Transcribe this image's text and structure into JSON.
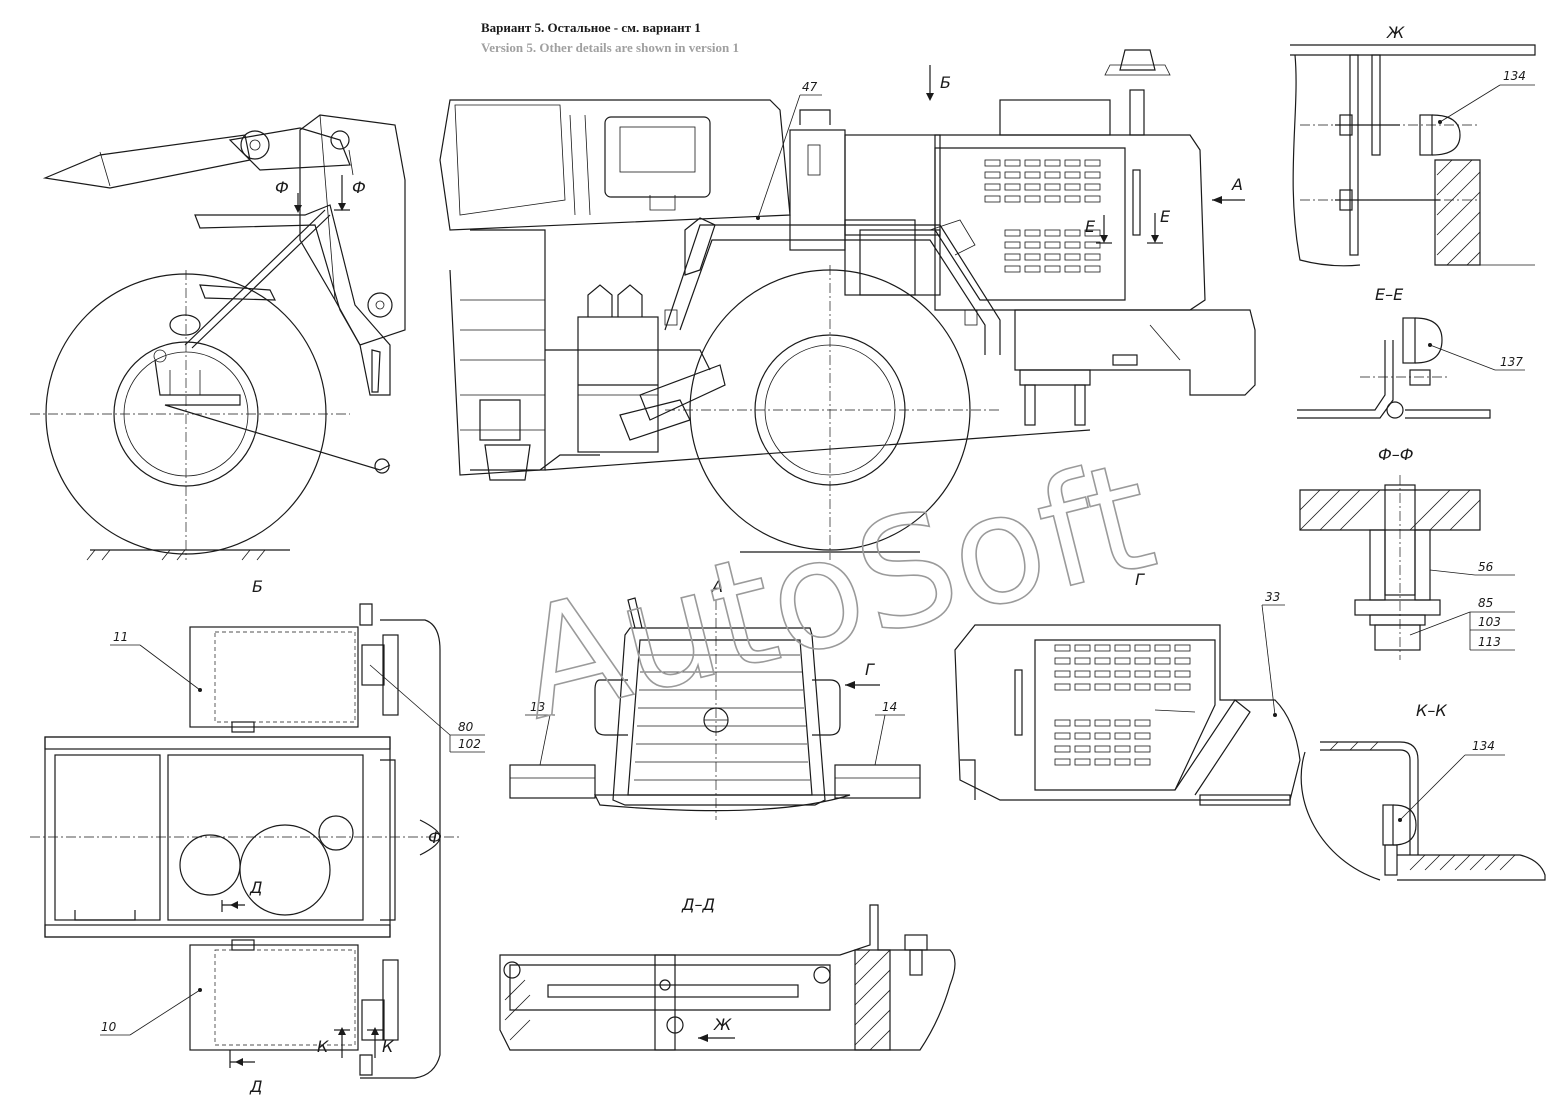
{
  "header": {
    "title_ru": "Вариант 5. Остальное - см. вариант 1",
    "title_en": "Version 5. Other details are shown in version 1"
  },
  "watermark": "AutoSoft",
  "views": {
    "b_mark": "Б",
    "b_arrow": "Б",
    "a_arrow": "А",
    "a_view": "А",
    "g_arrow": "Г",
    "g_view": "Г",
    "zh_view": "Ж",
    "zh_arrow": "Ж",
    "ee_section": "Е–Е",
    "e_left": "Е",
    "e_right": "Е",
    "ff_section": "Ф–Ф",
    "f_left": "Ф",
    "f_right": "Ф",
    "kk_section": "К–К",
    "k_left": "К",
    "k_right": "К",
    "dd_section": "Д–Д",
    "d_top": "Д",
    "d_bottom": "Д"
  },
  "callouts": {
    "p47": "47",
    "p134a": "134",
    "p137": "137",
    "p56": "56",
    "p85": "85",
    "p103": "103",
    "p113": "113",
    "p134b": "134",
    "p33": "33",
    "p13": "13",
    "p14": "14",
    "p11": "11",
    "p80": "80",
    "p102": "102",
    "p10": "10"
  },
  "symbols": {
    "diameter": "Ф"
  }
}
